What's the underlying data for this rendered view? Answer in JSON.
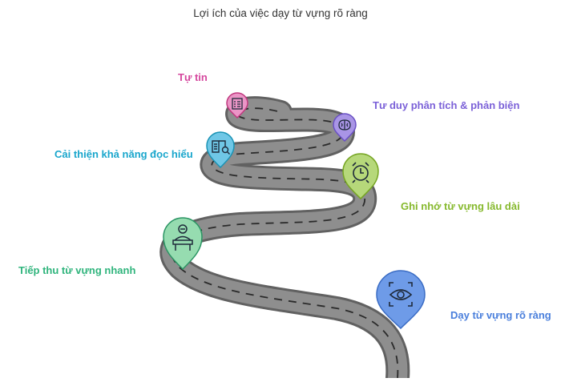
{
  "title": "Lợi ích của việc dạy từ vựng rõ ràng",
  "colors": {
    "road": "#8e8e8e",
    "road_edge": "#616161",
    "dash": "#2b2b2b"
  },
  "steps": [
    {
      "label": "Dạy từ vựng rõ ràng",
      "color": "#4a7fdc",
      "pin": "#6e9be8",
      "icon": "eye-scan-icon"
    },
    {
      "label": "Tiếp thu từ vựng nhanh",
      "color": "#2fb47c",
      "pin": "#96dcb0",
      "icon": "speaker-podium-icon"
    },
    {
      "label": "Ghi nhớ từ vựng lâu dài",
      "color": "#86b92d",
      "pin": "#b6d87a",
      "icon": "alarm-clock-icon"
    },
    {
      "label": "Cải thiện khả năng đọc hiểu",
      "color": "#19a6cc",
      "pin": "#6fc7e6",
      "icon": "book-search-icon"
    },
    {
      "label": "Tư duy phân tích & phản biện",
      "color": "#7b61d8",
      "pin": "#a995e6",
      "icon": "brain-icon"
    },
    {
      "label": "Tự tin",
      "color": "#d5479e",
      "pin": "#eb95c6",
      "icon": "checklist-icon"
    }
  ]
}
